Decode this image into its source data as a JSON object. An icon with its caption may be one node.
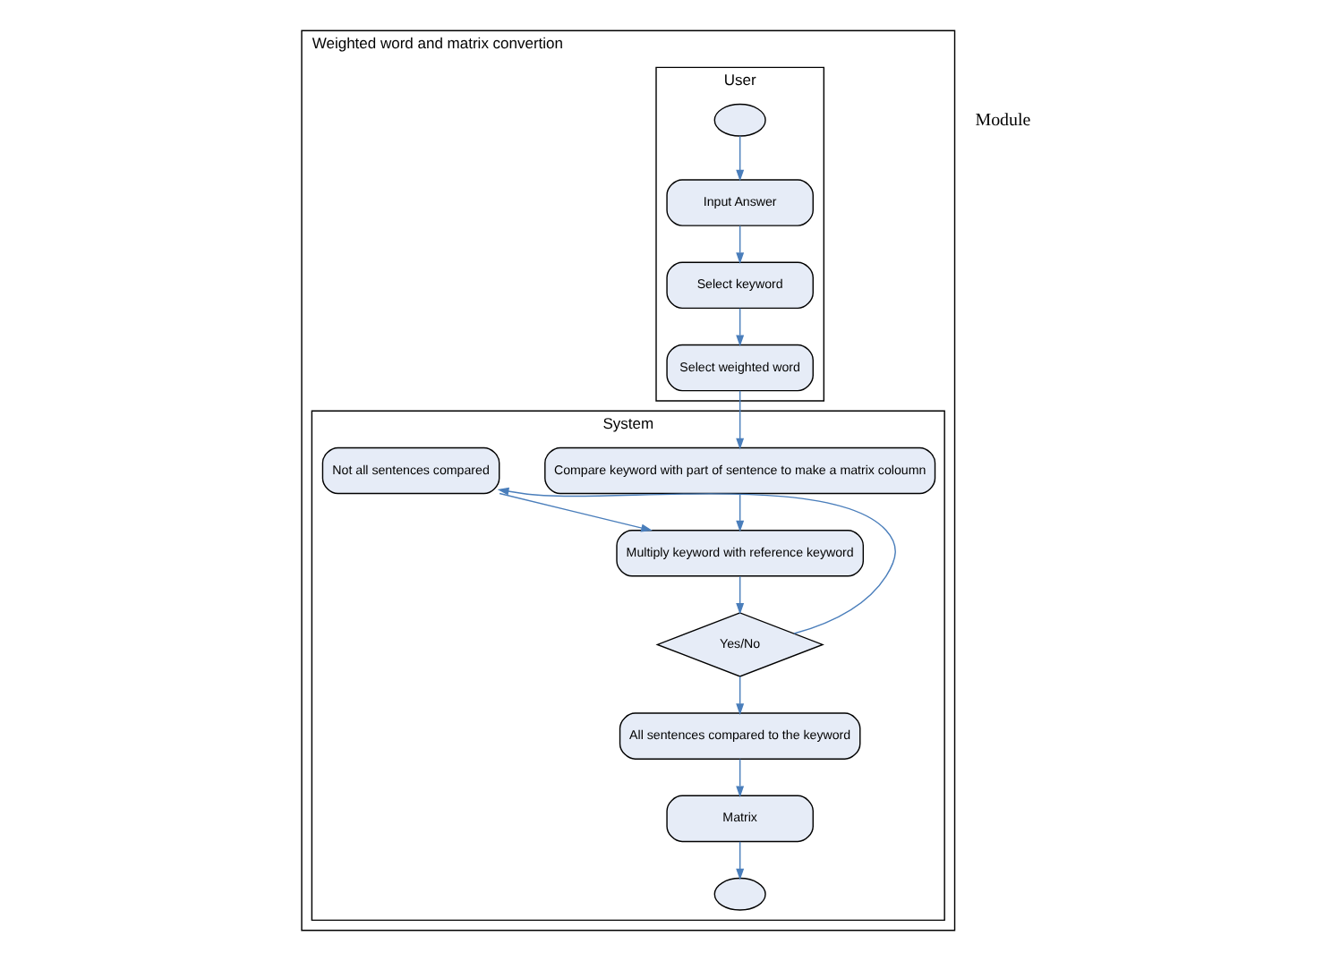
{
  "diagram": {
    "nodes": [
      {
        "text": [
          "Weighted word and matrix convertion"
        ]
      },
      {
        "text": [
          "User"
        ],
        "in": 0
      },
      {
        "text": [
          "System"
        ],
        "in": 0
      },
      {
        "text": [],
        "shape": "circle",
        "in": 1
      },
      {
        "text": [
          "Input Answer"
        ],
        "in": 1
      },
      {
        "text": [
          "Select keyword"
        ],
        "in": 1
      },
      {
        "text": [
          "Select weighted word"
        ],
        "in": 1
      },
      {
        "text": [
          "Compare keyword with part of sentence to make a matrix coloumn"
        ],
        "in": 2
      },
      {
        "text": [
          "Multiply keyword with reference keyword"
        ],
        "in": 2
      },
      {
        "text": [
          "Not all sentences compared"
        ],
        "in": 2
      },
      {
        "text": [
          "Yes/No"
        ],
        "in": 2
      },
      {
        "text": [
          "All sentences compared to the keyword"
        ],
        "in": 2
      },
      {
        "text": [
          "Matrix"
        ],
        "in": 2
      },
      {
        "text": [],
        "shape": "circle",
        "in": 2
      }
    ],
    "edges": [
      {
        "from": 3,
        "to": 4,
        "arrow": "to"
      },
      {
        "from": 4,
        "to": 5,
        "arrow": "to"
      },
      {
        "from": 5,
        "to": 6,
        "arrow": "to"
      },
      {
        "from": 6,
        "to": 7,
        "arrow": "to"
      },
      {
        "from": 7,
        "to": 8,
        "arrow": "to"
      },
      {
        "from": 8,
        "to": 10,
        "arrow": "to"
      },
      {
        "from": 10,
        "to": 9,
        "arrow": "to"
      },
      {
        "from": 9,
        "to": 8,
        "arrow": "to"
      },
      {
        "from": 10,
        "to": 11,
        "arrow": "to"
      },
      {
        "from": 11,
        "to": 12,
        "arrow": "to"
      },
      {
        "from": 12,
        "to": 13,
        "arrow": "to"
      }
    ],
    "labels": [
      "Module"
    ]
  }
}
